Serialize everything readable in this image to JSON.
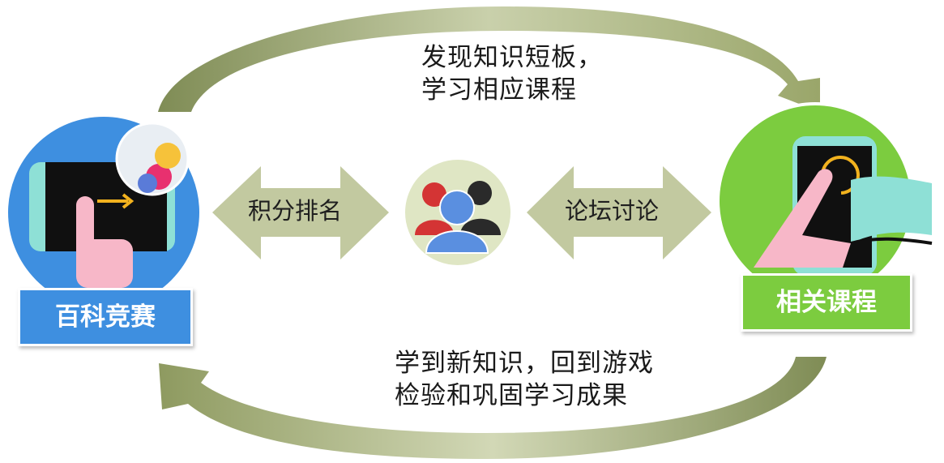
{
  "cycle": {
    "top_caption_line1": "发现知识短板，",
    "top_caption_line2": "学习相应课程",
    "bottom_caption_line1": "学到新知识，回到游戏",
    "bottom_caption_line2": "检验和巩固学习成果"
  },
  "links": {
    "left_label": "积分排名",
    "right_label": "论坛讨论"
  },
  "nodes": {
    "left_title": "百科竞赛",
    "right_title": "相关课程"
  },
  "icons": {
    "left": "tablet-touch-icon",
    "center": "users-group-icon",
    "right": "phone-book-icon"
  },
  "colors": {
    "cycle_arrow": "#aab882",
    "double_arrow": "#c2c9a0",
    "left_accent": "#3e8fe0",
    "right_accent": "#7ccc3f"
  }
}
